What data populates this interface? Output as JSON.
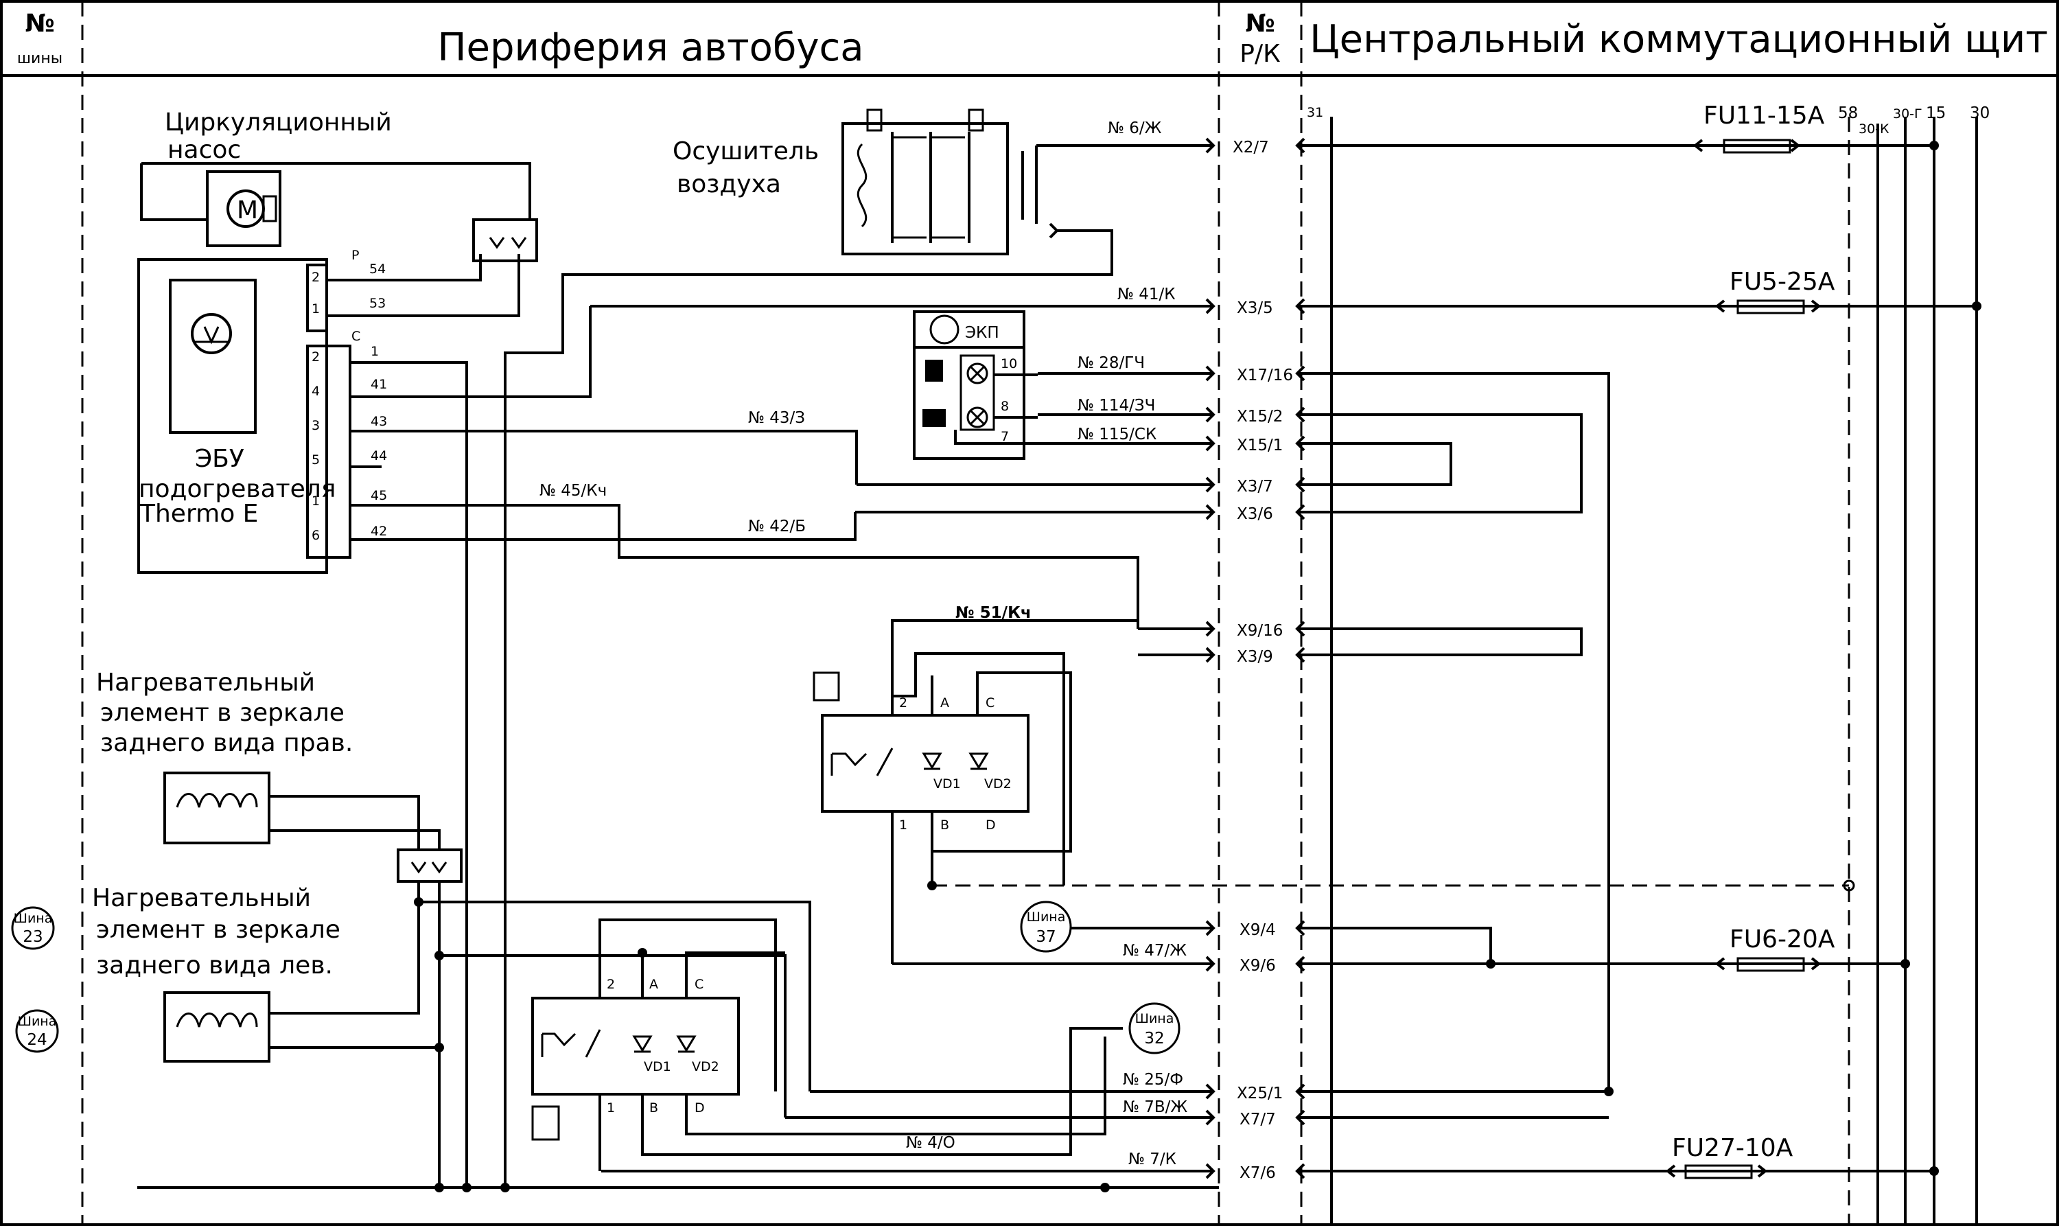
{
  "header": {
    "bus_no_1": "№",
    "bus_no_2": "шины",
    "periphery_title": "Периферия автобуса",
    "rk_no_1": "№",
    "rk_no_2": "Р/К",
    "panel_title": "Центральный коммутационный щит"
  },
  "components": {
    "pump_label_1": "Циркуляционный",
    "pump_label_2": "насос",
    "dryer_label_1": "Осушитель",
    "dryer_label_2": "воздуха",
    "ecu_label_1": "ЭБУ",
    "ecu_label_2": "подогревателя",
    "ecu_label_3": "Thermo E",
    "ekp_label": "ЭКП",
    "heater_right_1": "Нагревательный",
    "heater_right_2": "элемент в зеркале",
    "heater_right_3": "заднего вида  прав.",
    "heater_left_1": "Нагревательный",
    "heater_left_2": "элемент в зеркале",
    "heater_left_3": "заднего вида  лев.",
    "vd1": "VD1",
    "vd2": "VD2"
  },
  "ecu_pins": {
    "p": "Р",
    "c": "С",
    "upper_pins": [
      "2",
      "1"
    ],
    "upper_wires": [
      "54",
      "53"
    ],
    "lower_pins": [
      "2",
      "4",
      "3",
      "5",
      "1",
      "6"
    ],
    "lower_wires": [
      "1",
      "41",
      "43",
      "44",
      "45",
      "42"
    ]
  },
  "switch_pins": {
    "p2": "2",
    "pA": "A",
    "pC": "C",
    "p1": "1",
    "pB": "B",
    "pD": "D"
  },
  "ekp_pins": {
    "p10": "10",
    "p8": "8",
    "p7": "7"
  },
  "wires": {
    "w6": "№ 6/Ж",
    "w41": "№ 41/К",
    "w28": "№ 28/ГЧ",
    "w114": "№ 114/ЗЧ",
    "w115": "№ 115/СК",
    "w43": "№ 43/З",
    "w45": "№ 45/Кч",
    "w42": "№ 42/Б",
    "w51": "№ 51/Кч",
    "w47": "№ 47/Ж",
    "w25": "№ 25/Ф",
    "w78": "№ 7В/Ж",
    "w4": "№ 4/О",
    "w7": "№ 7/К"
  },
  "connectors": {
    "x2_7": "X2/7",
    "x3_5": "X3/5",
    "x17_16": "X17/16",
    "x15_2": "X15/2",
    "x15_1": "X15/1",
    "x3_7": "X3/7",
    "x3_6": "X3/6",
    "x9_16": "X9/16",
    "x3_9": "X3/9",
    "x9_4": "X9/4",
    "x9_6": "X9/6",
    "x25_1": "X25/1",
    "x7_7": "X7/7",
    "x7_6": "X7/6"
  },
  "buses": {
    "b31": "31",
    "b58": "58",
    "b30k": "30-К",
    "b30g": "30-Г",
    "b15": "15",
    "b30": "30"
  },
  "fuses": {
    "fu11": "FU11-15A",
    "fu5": "FU5-25A",
    "fu6": "FU6-20A",
    "fu27": "FU27-10A"
  },
  "bus_tags": {
    "shina": "Шина",
    "n23": "23",
    "n24": "24",
    "n37": "37",
    "n32": "32"
  }
}
